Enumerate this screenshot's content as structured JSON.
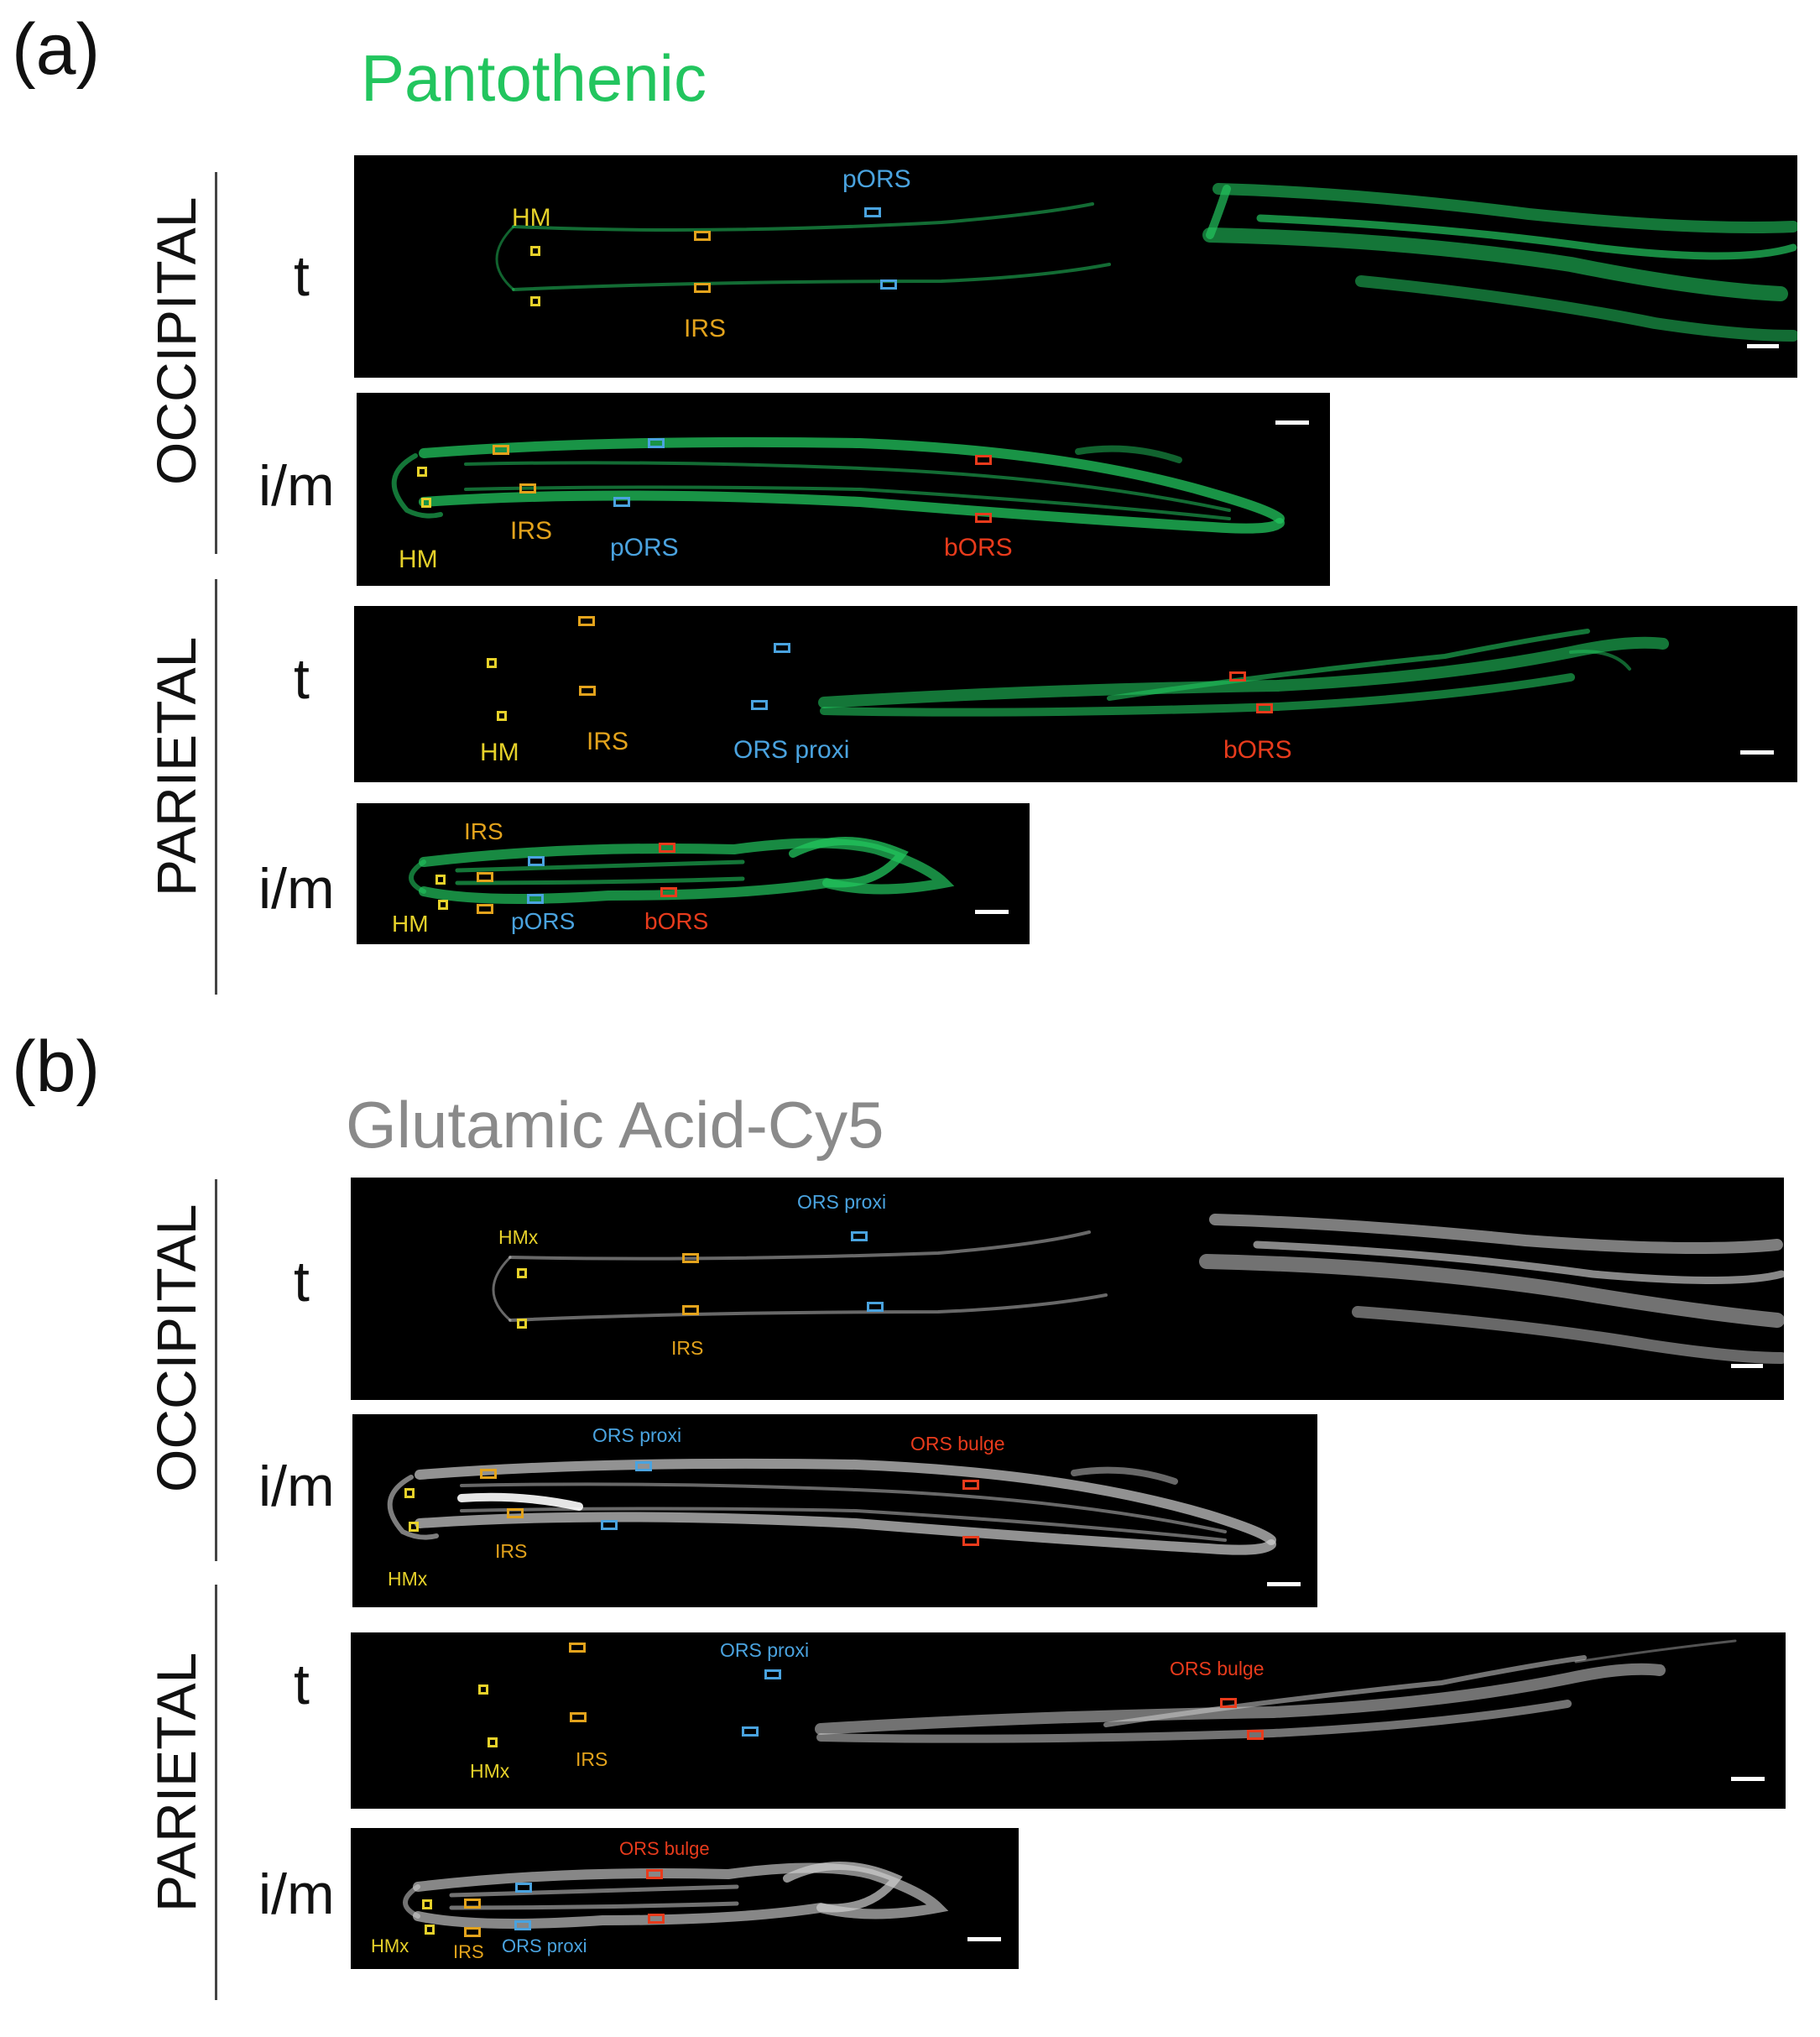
{
  "colors": {
    "green": "#22c55e",
    "gray": "#8a8a8a",
    "hm": "#e6d12a",
    "irs": "#e3a31c",
    "pors": "#4aa3df",
    "bors": "#e83b1c"
  },
  "panel_a": {
    "label": "(a)",
    "title": "Pantothenic",
    "group1": "OCCIPITAL",
    "group2": "PARIETAL",
    "rows": {
      "occ_t": {
        "row_label": "t",
        "labels": {
          "hm": "HM",
          "irs": "IRS",
          "pors": "pORS"
        }
      },
      "occ_im": {
        "row_label": "i/m",
        "labels": {
          "hm": "HM",
          "irs": "IRS",
          "pors": "pORS",
          "bors": "bORS"
        }
      },
      "par_t": {
        "row_label": "t",
        "labels": {
          "hm": "HM",
          "irs": "IRS",
          "pors": "ORS proxi",
          "bors": "bORS"
        }
      },
      "par_im": {
        "row_label": "i/m",
        "labels": {
          "hm": "HM",
          "irs": "IRS",
          "pors": "pORS",
          "bors": "bORS"
        }
      }
    }
  },
  "panel_b": {
    "label": "(b)",
    "title": "Glutamic Acid-Cy5",
    "group1": "OCCIPITAL",
    "group2": "PARIETAL",
    "rows": {
      "occ_t": {
        "row_label": "t",
        "labels": {
          "hm": "HMx",
          "irs": "IRS",
          "pors": "ORS proxi"
        }
      },
      "occ_im": {
        "row_label": "i/m",
        "labels": {
          "hm": "HMx",
          "irs": "IRS",
          "pors": "ORS proxi",
          "bors": "ORS bulge"
        }
      },
      "par_t": {
        "row_label": "t",
        "labels": {
          "hm": "HMx",
          "irs": "IRS",
          "pors": "ORS proxi",
          "bors": "ORS bulge"
        }
      },
      "par_im": {
        "row_label": "i/m",
        "labels": {
          "hm": "HMx",
          "irs": "IRS",
          "pors": "ORS proxi",
          "bors": "ORS bulge"
        }
      }
    }
  }
}
